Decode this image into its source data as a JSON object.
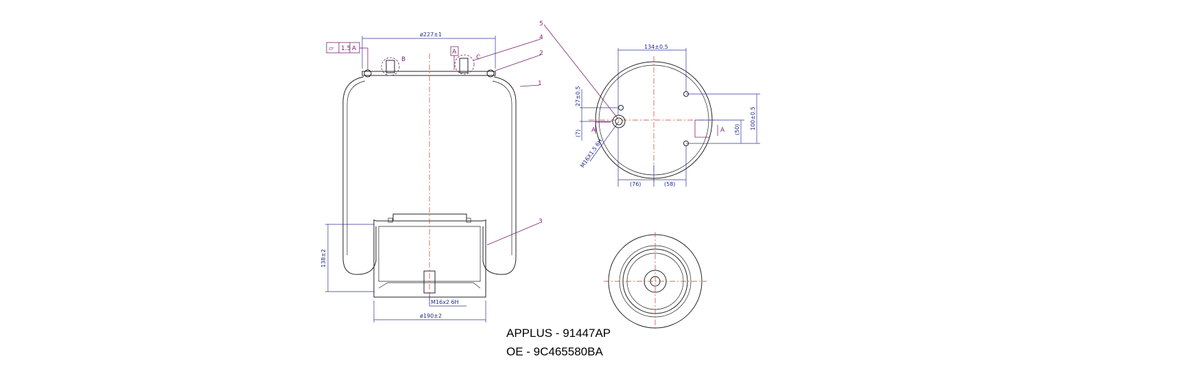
{
  "labels": {
    "title_line1": "APPLUS - 91447AP",
    "title_line2": "OE - 9C465580BA"
  },
  "side_view": {
    "dim_top_diameter": "ø227±1",
    "dim_bottom_diameter": "ø190±2",
    "dim_height": "138±2",
    "thread_bottom": "M16x2 6H",
    "flatness_symbol": "⏥",
    "flatness_value": "1.5",
    "flatness_datum": "A",
    "datum_a": "A",
    "detail_b": "B",
    "detail_c": "C",
    "callouts": [
      "1",
      "2",
      "3",
      "4",
      "5"
    ]
  },
  "top_view": {
    "dim_width": "134±0.5",
    "dim_27": "27±0.5",
    "dim_7": "(7)",
    "dim_76": "(76)",
    "dim_58": "(58)",
    "dim_50": "(50)",
    "dim_100": "100±0.5",
    "thread_port": "M16X1.5 6H",
    "section_a_left": "A",
    "section_a_right": "A"
  }
}
